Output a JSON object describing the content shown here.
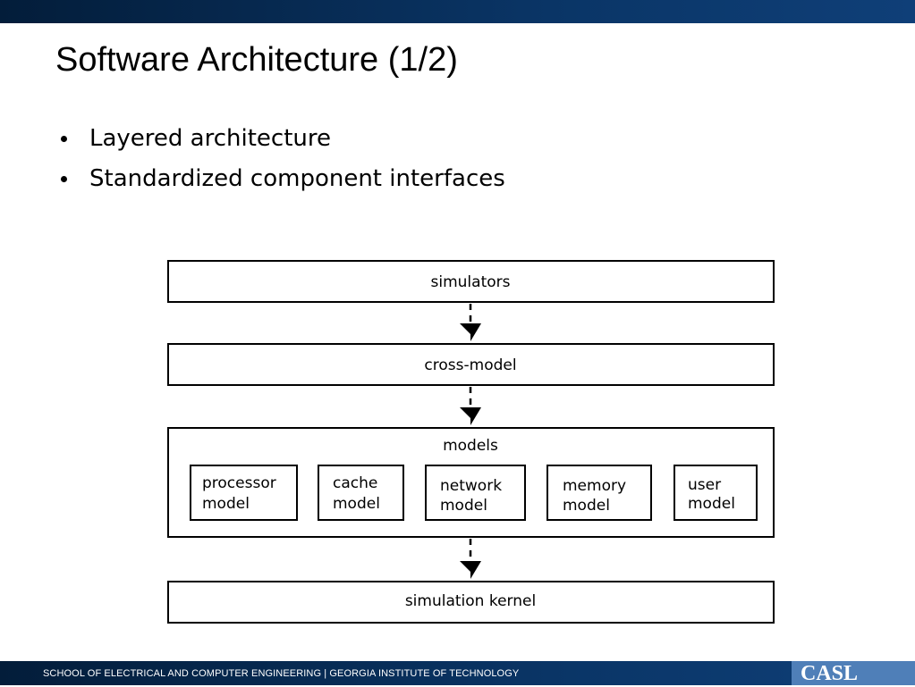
{
  "slide": {
    "title": "Software Architecture (1/2)",
    "bullets": [
      "Layered architecture",
      "Standardized component interfaces"
    ]
  },
  "diagram": {
    "layers": {
      "simulators": "simulators",
      "cross_model": "cross-model",
      "models": "models",
      "simulation_kernel": "simulation kernel"
    },
    "models": [
      [
        "processor",
        "model"
      ],
      [
        "cache",
        "model"
      ],
      [
        "network",
        "model"
      ],
      [
        "memory",
        "model"
      ],
      [
        "user",
        "model"
      ]
    ]
  },
  "footer": {
    "text": "SCHOOL OF ELECTRICAL AND COMPUTER ENGINEERING | GEORGIA INSTITUTE OF TECHNOLOGY",
    "logo": "CASL"
  }
}
